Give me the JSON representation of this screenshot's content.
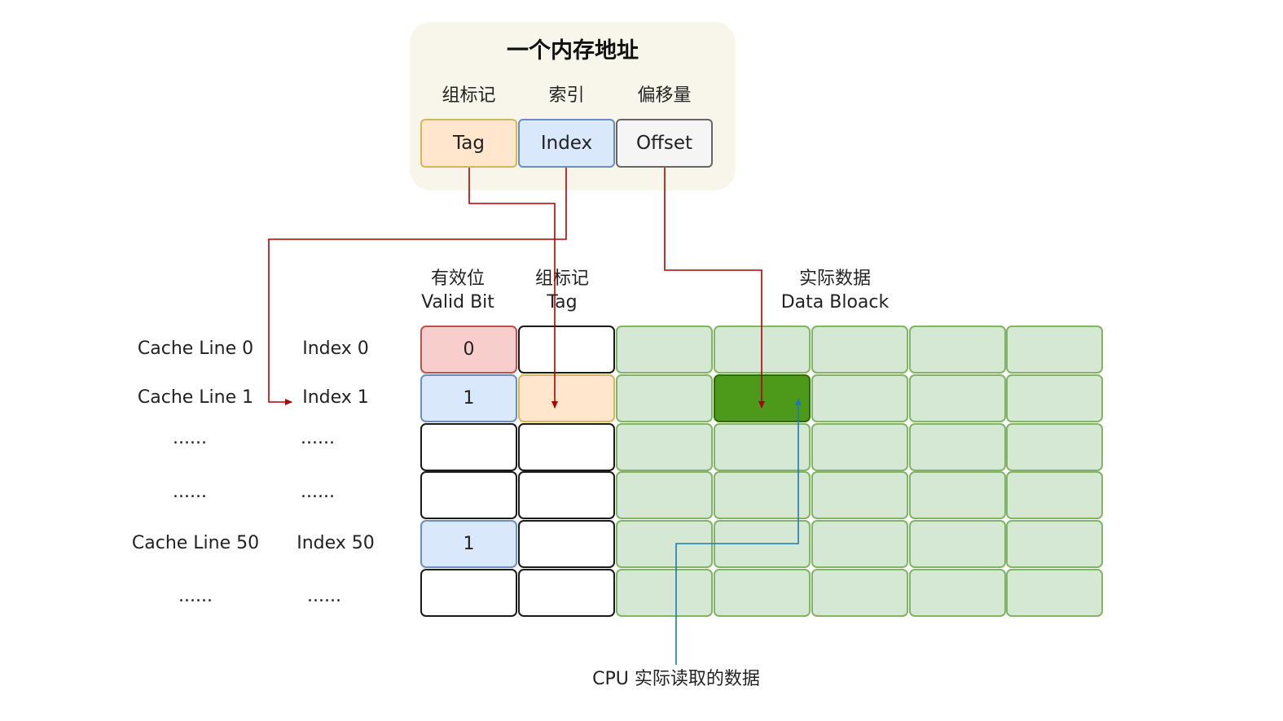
{
  "address": {
    "title": "一个内存地址",
    "fields": [
      {
        "cn": "组标记",
        "en": "Tag"
      },
      {
        "cn": "索引",
        "en": "Index"
      },
      {
        "cn": "偏移量",
        "en": "Offset"
      }
    ]
  },
  "columns": {
    "valid": {
      "cn": "有效位",
      "en": "Valid Bit"
    },
    "tag": {
      "cn": "组标记",
      "en": "Tag"
    },
    "data": {
      "cn": "实际数据",
      "en": "Data Bloack"
    }
  },
  "rows": [
    {
      "line": "Cache Line 0",
      "index": "Index 0",
      "valid": "0",
      "valid_color": "red",
      "tag_color": "white"
    },
    {
      "line": "Cache Line 1",
      "index": "Index 1",
      "valid": "1",
      "valid_color": "blue",
      "tag_color": "orange"
    },
    {
      "line": "......",
      "index": "......",
      "valid": "",
      "valid_color": "white",
      "tag_color": "white"
    },
    {
      "line": "......",
      "index": "......",
      "valid": "",
      "valid_color": "white",
      "tag_color": "white"
    },
    {
      "line": "Cache Line 50",
      "index": "Index 50",
      "valid": "1",
      "valid_color": "blue",
      "tag_color": "white"
    },
    {
      "line": "......",
      "index": "......",
      "valid": "",
      "valid_color": "white",
      "tag_color": "white"
    }
  ],
  "cpu_label": "CPU 实际读取的数据",
  "colors": {
    "wire_red": "#b20000",
    "wire_blue": "#1f78b4",
    "data_block": "#d5e8d4",
    "data_hit": "#4d9a1a"
  }
}
